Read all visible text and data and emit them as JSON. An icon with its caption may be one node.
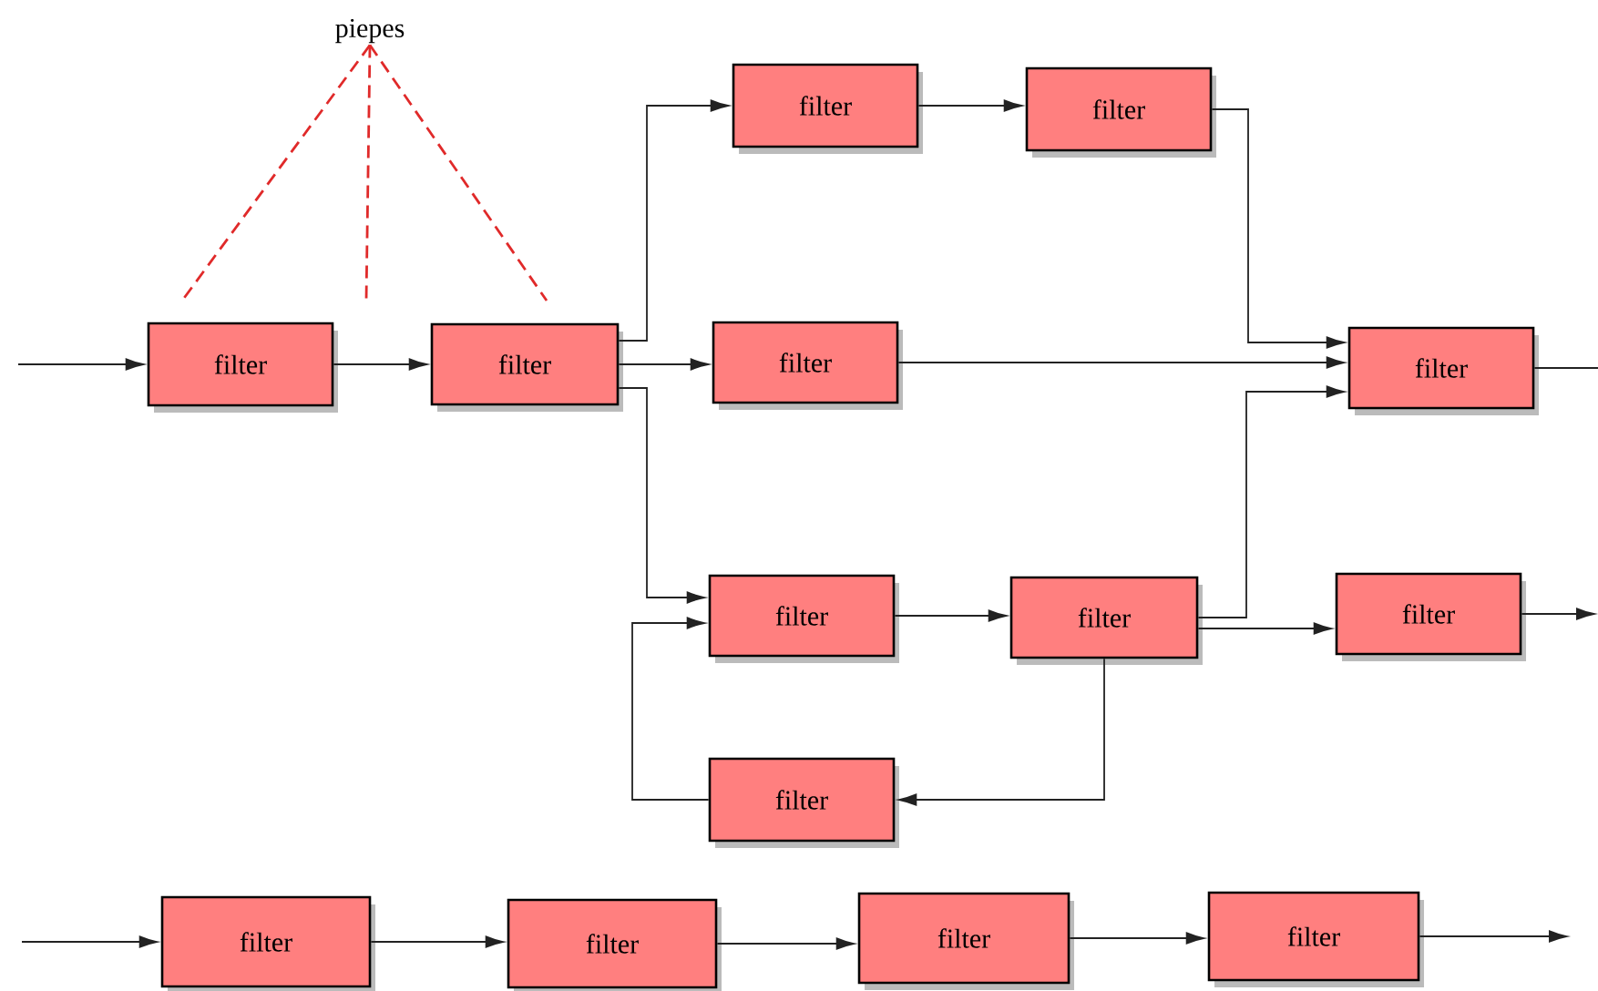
{
  "diagram": {
    "nodes": [
      {
        "text": [
          "piepes"
        ]
      },
      {
        "text": [
          "filter"
        ]
      },
      {
        "text": [
          "filter"
        ]
      },
      {
        "text": [
          "filter"
        ]
      },
      {
        "text": [
          "filter"
        ]
      },
      {
        "text": [
          "filter"
        ]
      },
      {
        "text": [
          "filter"
        ]
      },
      {
        "text": [
          "filter"
        ]
      },
      {
        "text": [
          "filter"
        ]
      },
      {
        "text": [
          "filter"
        ]
      },
      {
        "text": [
          "filter"
        ]
      },
      {
        "text": [
          "filter"
        ]
      },
      {
        "text": [
          "filter"
        ]
      },
      {
        "text": [
          "filter"
        ]
      },
      {
        "text": [
          "filter"
        ]
      }
    ],
    "edges": [
      {
        "from": null,
        "to": 1,
        "arrow": "to"
      },
      {
        "from": 1,
        "to": 2,
        "arrow": "to"
      },
      {
        "from": 2,
        "to": 3,
        "arrow": "to"
      },
      {
        "from": 2,
        "to": 5,
        "arrow": "to"
      },
      {
        "from": 2,
        "to": 7,
        "arrow": "to"
      },
      {
        "from": 3,
        "to": 4,
        "arrow": "to"
      },
      {
        "from": 4,
        "to": 6,
        "arrow": "to"
      },
      {
        "from": 5,
        "to": 6,
        "arrow": "to"
      },
      {
        "from": 7,
        "to": 8,
        "arrow": "to"
      },
      {
        "from": 8,
        "to": 6,
        "arrow": "to"
      },
      {
        "from": 8,
        "to": 9,
        "arrow": "to"
      },
      {
        "from": 8,
        "to": 10,
        "arrow": "to"
      },
      {
        "from": 10,
        "to": 7,
        "arrow": "to"
      },
      {
        "from": 6,
        "to": null,
        "arrow": "none"
      },
      {
        "from": 9,
        "to": null,
        "arrow": "to"
      },
      {
        "from": null,
        "to": 11,
        "arrow": "to"
      },
      {
        "from": 11,
        "to": 12,
        "arrow": "to"
      },
      {
        "from": 12,
        "to": 13,
        "arrow": "to"
      },
      {
        "from": 13,
        "to": 14,
        "arrow": "to"
      },
      {
        "from": 14,
        "to": null,
        "arrow": "to"
      },
      {
        "from": 0,
        "to": null,
        "arrow": "none",
        "style": "dashed",
        "color": "#e02a2a"
      },
      {
        "from": 0,
        "to": null,
        "arrow": "none",
        "style": "dashed",
        "color": "#e02a2a"
      },
      {
        "from": 0,
        "to": null,
        "arrow": "none",
        "style": "dashed",
        "color": "#e02a2a"
      }
    ]
  }
}
